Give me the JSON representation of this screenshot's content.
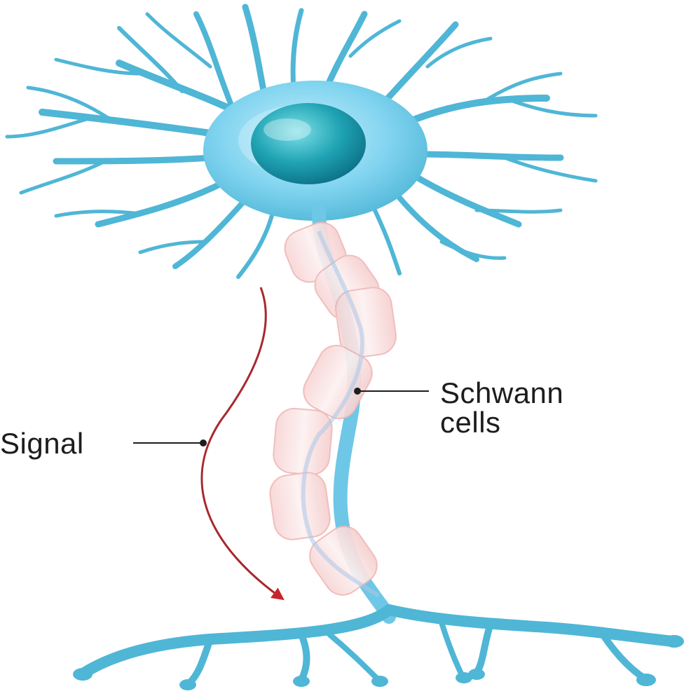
{
  "labels": {
    "signal": "Signal",
    "schwann_line1": "Schwann",
    "schwann_line2": "cells"
  },
  "colors": {
    "cell_body": "#7fd3ef",
    "nucleus": "#1fa3b3",
    "dendrite": "#4fb6d6",
    "axon": "#6ec7e6",
    "schwann_fill": "#fbe3e3",
    "schwann_stroke": "#f0b8b8",
    "signal_arrow": "#a8282d",
    "leader_line": "#1d1d1d"
  }
}
